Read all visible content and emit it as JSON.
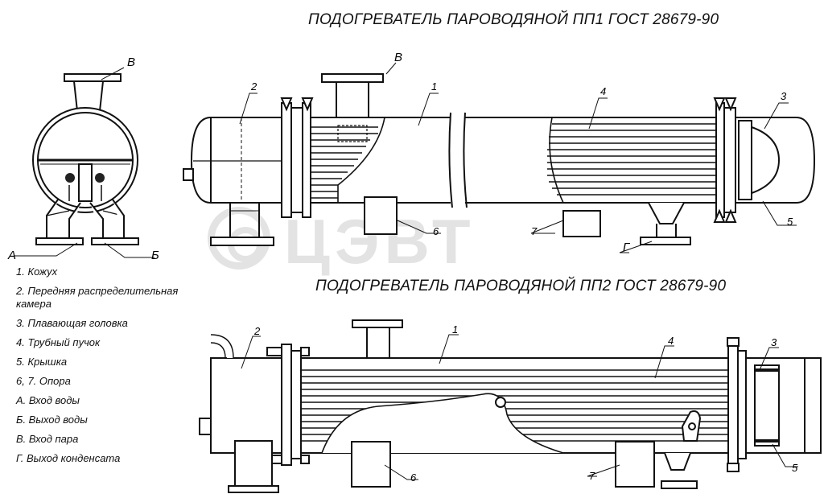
{
  "titles": {
    "pp1": "ПОДОГРЕВАТЕЛЬ ПАРОВОДЯНОЙ  ПП1 ГОСТ 28679-90",
    "pp2": "ПОДОГРЕВАТЕЛЬ ПАРОВОДЯНОЙ ПП2 ГОСТ 28679-90"
  },
  "legend": [
    "1. Кожух",
    "2. Передняя распределительная камера",
    "3. Плавающая головка",
    "4. Трубный пучок",
    "5. Крышка",
    "6, 7. Опора",
    "А. Вход воды",
    "Б. Выход воды",
    "В. Вход пара",
    "Г. Выход конденсата"
  ],
  "callouts": {
    "n1": "1",
    "n2": "2",
    "n3": "3",
    "n4": "4",
    "n5": "5",
    "n6": "6",
    "n7": "7",
    "a": "А",
    "b": "Б",
    "v": "В",
    "g": "Г"
  },
  "watermark": "ЦЭВТ"
}
